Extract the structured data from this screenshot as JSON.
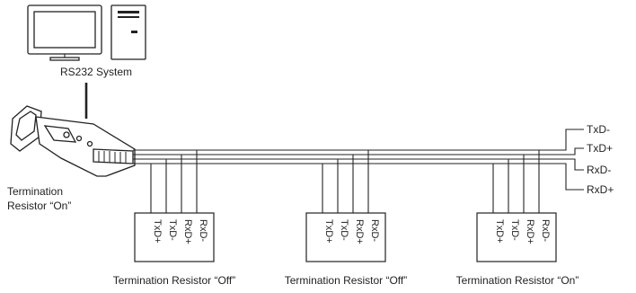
{
  "system_label": "RS232 System",
  "converter_label_line1": "Termination",
  "converter_label_line2": "Resistor “On”",
  "bus_signals": [
    "TxD-",
    "TxD+",
    "RxD-",
    "RxD+"
  ],
  "nodes": [
    {
      "pins": [
        "TxD+",
        "TxD-",
        "RxD+",
        "RxD-"
      ],
      "termination_label": "Termination Resistor “Off”"
    },
    {
      "pins": [
        "TxD+",
        "TxD-",
        "RxD+",
        "RxD-"
      ],
      "termination_label": "Termination Resistor “Off”"
    },
    {
      "pins": [
        "TxD+",
        "TxD-",
        "RxD+",
        "RxD-"
      ],
      "termination_label": "Termination Resistor “On”"
    }
  ]
}
